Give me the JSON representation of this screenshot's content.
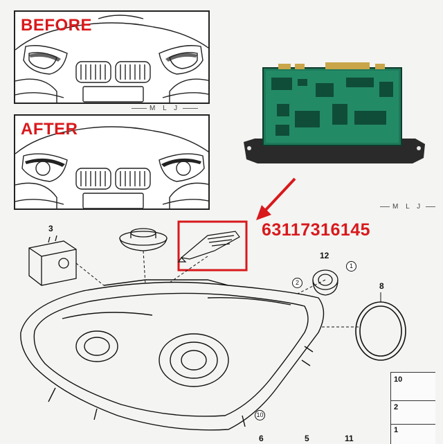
{
  "before_label": "BEFORE",
  "after_label": "AFTER",
  "watermark": "M L J",
  "part_number": "63117316145",
  "callouts": {
    "c3": "3",
    "c12": "12",
    "c8": "8",
    "c1": "1",
    "c2": "2",
    "c10": "10"
  },
  "legend": [
    {
      "num": "10",
      "icon": "lamp-socket-icon"
    },
    {
      "num": "2",
      "icon": "bulb-icon"
    },
    {
      "num": "1",
      "icon": "clip-icon"
    }
  ],
  "bottom_labels": [
    "6",
    "5",
    "11"
  ],
  "colors": {
    "accent_red": "#d8191c",
    "pcb_green": "#1d7a5a",
    "housing_black": "#2a2a2a",
    "line": "#111111"
  },
  "icons": [
    "car-front-icon",
    "led-module-icon",
    "headlight-housing-icon",
    "ballast-icon",
    "cap-icon",
    "seal-ring-icon",
    "red-arrow-icon",
    "highlight-box-icon"
  ]
}
